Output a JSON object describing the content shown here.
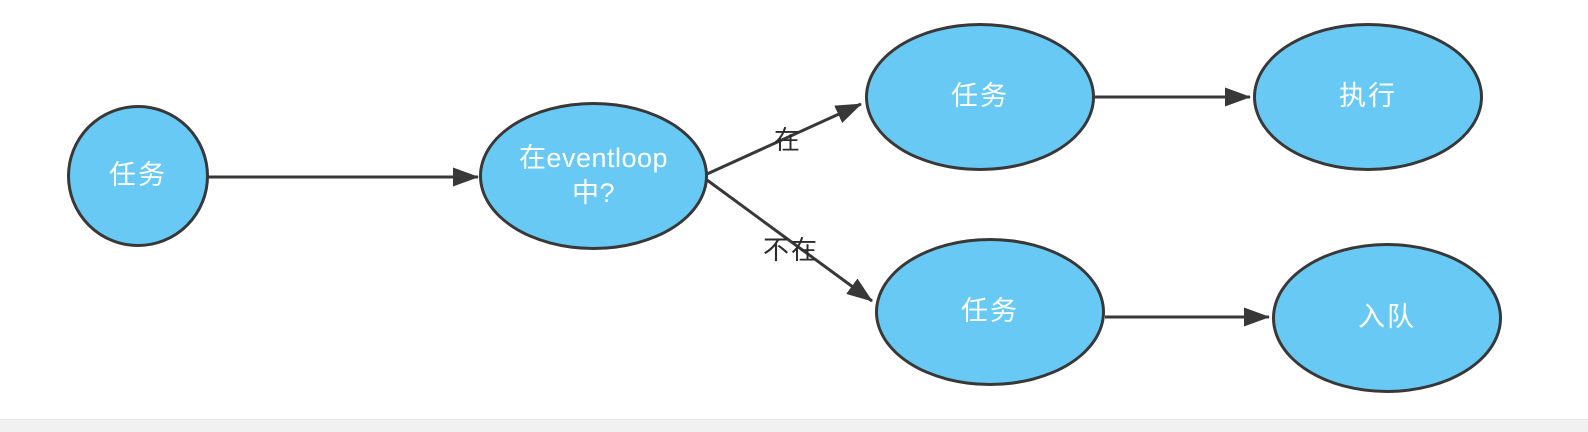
{
  "diagram": {
    "type": "flowchart",
    "colors": {
      "node_fill": "#68CAF4",
      "node_border": "#383838",
      "node_text": "#FFFFFF",
      "arrow": "#383838",
      "edge_label": "#2b2b2b",
      "footer_bar": "#F1F1F1",
      "canvas_bg": "#FFFFFF"
    },
    "nodes": [
      {
        "id": "start",
        "shape": "circle",
        "label": "任务"
      },
      {
        "id": "decision",
        "shape": "ellipse",
        "label": "在eventloop中?"
      },
      {
        "id": "task-top",
        "shape": "ellipse",
        "label": "任务"
      },
      {
        "id": "execute",
        "shape": "ellipse",
        "label": "执行"
      },
      {
        "id": "task-bottom",
        "shape": "ellipse",
        "label": "任务"
      },
      {
        "id": "enqueue",
        "shape": "ellipse",
        "label": "入队"
      }
    ],
    "edges": [
      {
        "from": "start",
        "to": "decision",
        "label": ""
      },
      {
        "from": "decision",
        "to": "task-top",
        "label": "在"
      },
      {
        "from": "decision",
        "to": "task-bottom",
        "label": "不在"
      },
      {
        "from": "task-top",
        "to": "execute",
        "label": ""
      },
      {
        "from": "task-bottom",
        "to": "enqueue",
        "label": ""
      }
    ]
  }
}
